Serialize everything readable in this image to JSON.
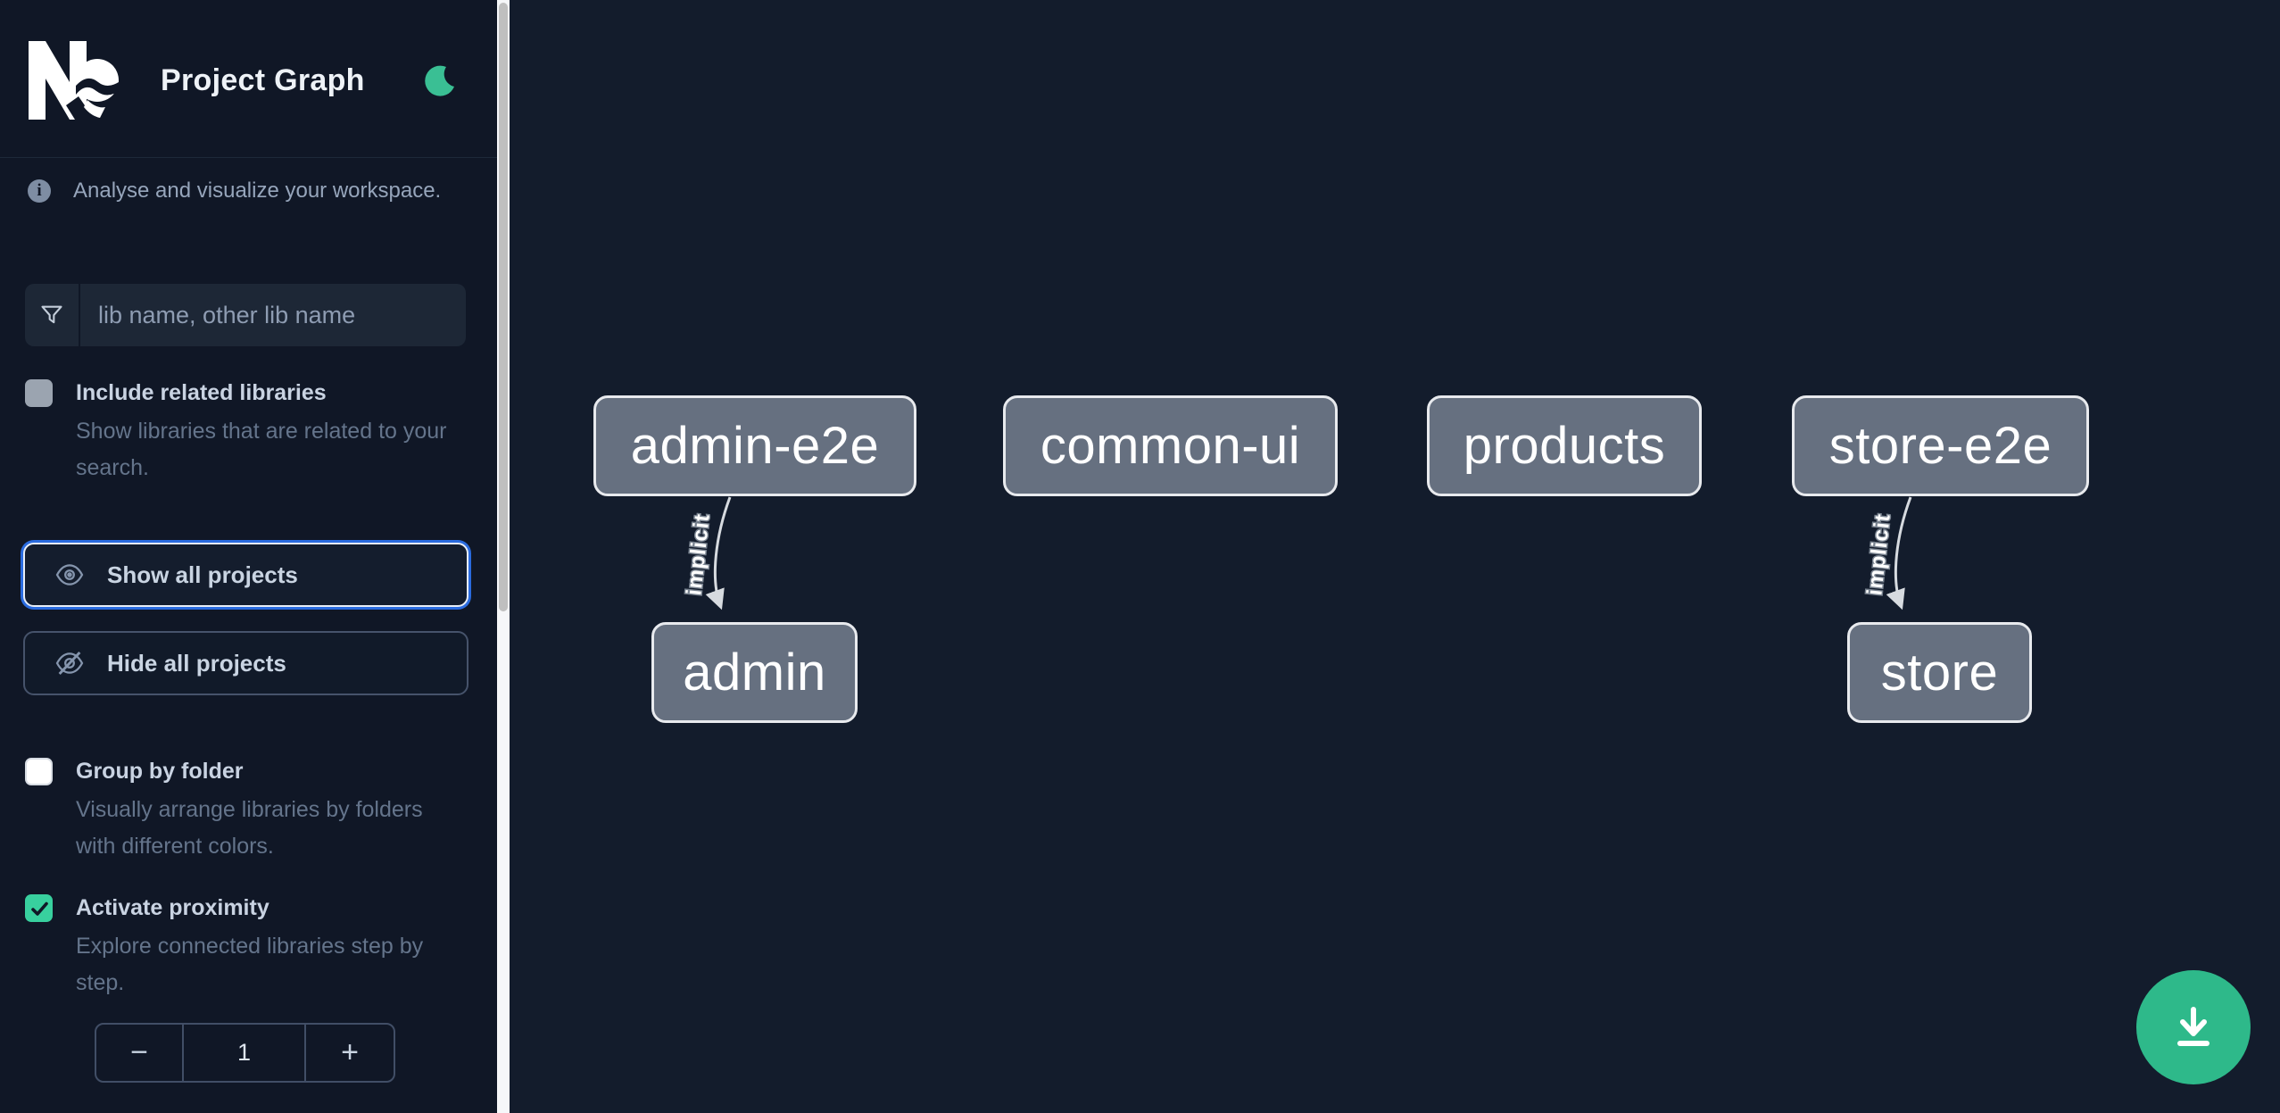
{
  "app": {
    "title": "Project Graph"
  },
  "sidebar": {
    "tagline": "Analyse and visualize your workspace.",
    "search": {
      "placeholder": "lib name, other lib name"
    },
    "actions": {
      "show_all": "Show all projects",
      "hide_all": "Hide all projects"
    },
    "options": [
      {
        "label": "Include related libraries",
        "description": "Show libraries that are related to your search.",
        "checked": false
      },
      {
        "label": "Group by folder",
        "description": "Visually arrange libraries by folders with different colors.",
        "checked": false
      },
      {
        "label": "Activate proximity",
        "description": "Explore connected libraries step by step.",
        "checked": true
      }
    ],
    "proximity_stepper": {
      "decrement_label": "−",
      "value": "1",
      "increment_label": "+"
    }
  },
  "graph": {
    "nodes": [
      {
        "label": "admin-e2e"
      },
      {
        "label": "common-ui"
      },
      {
        "label": "products"
      },
      {
        "label": "store-e2e"
      },
      {
        "label": "admin"
      },
      {
        "label": "store"
      }
    ],
    "edges": [
      {
        "from": "admin-e2e",
        "to": "admin",
        "label": "implicit"
      },
      {
        "from": "store-e2e",
        "to": "store",
        "label": "implicit"
      }
    ]
  },
  "colors": {
    "accent_teal": "#38d09e",
    "moon_teal": "#3abf94",
    "fab_teal": "#2eb98a",
    "focus_blue": "#2a6bdf",
    "node_fill": "#667080",
    "node_border": "#e8eaee",
    "edge": "#d7dbe0",
    "sidebar_bg": "#101726",
    "canvas_bg": "#131c2c"
  }
}
